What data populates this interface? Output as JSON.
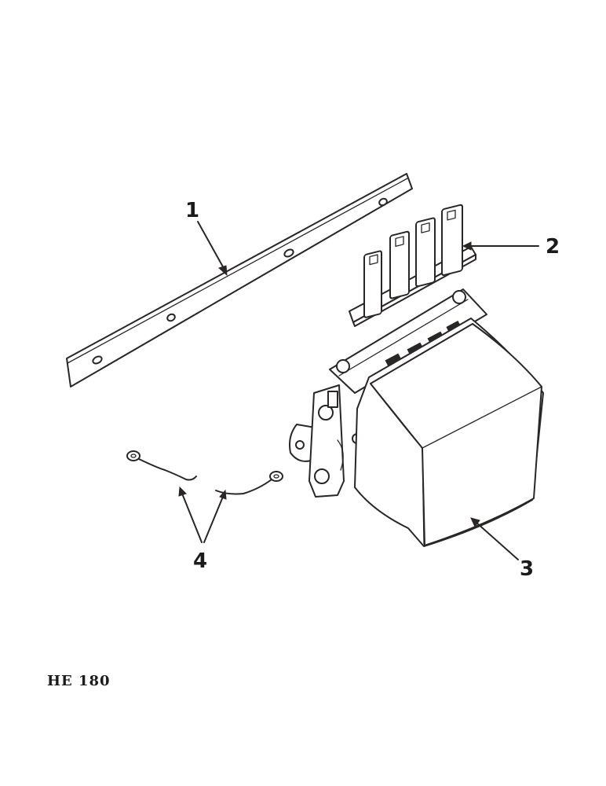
{
  "callouts": {
    "part_1": "1",
    "part_2": "2",
    "part_3": "3",
    "part_4": "4"
  },
  "figure_code": "HE 180"
}
